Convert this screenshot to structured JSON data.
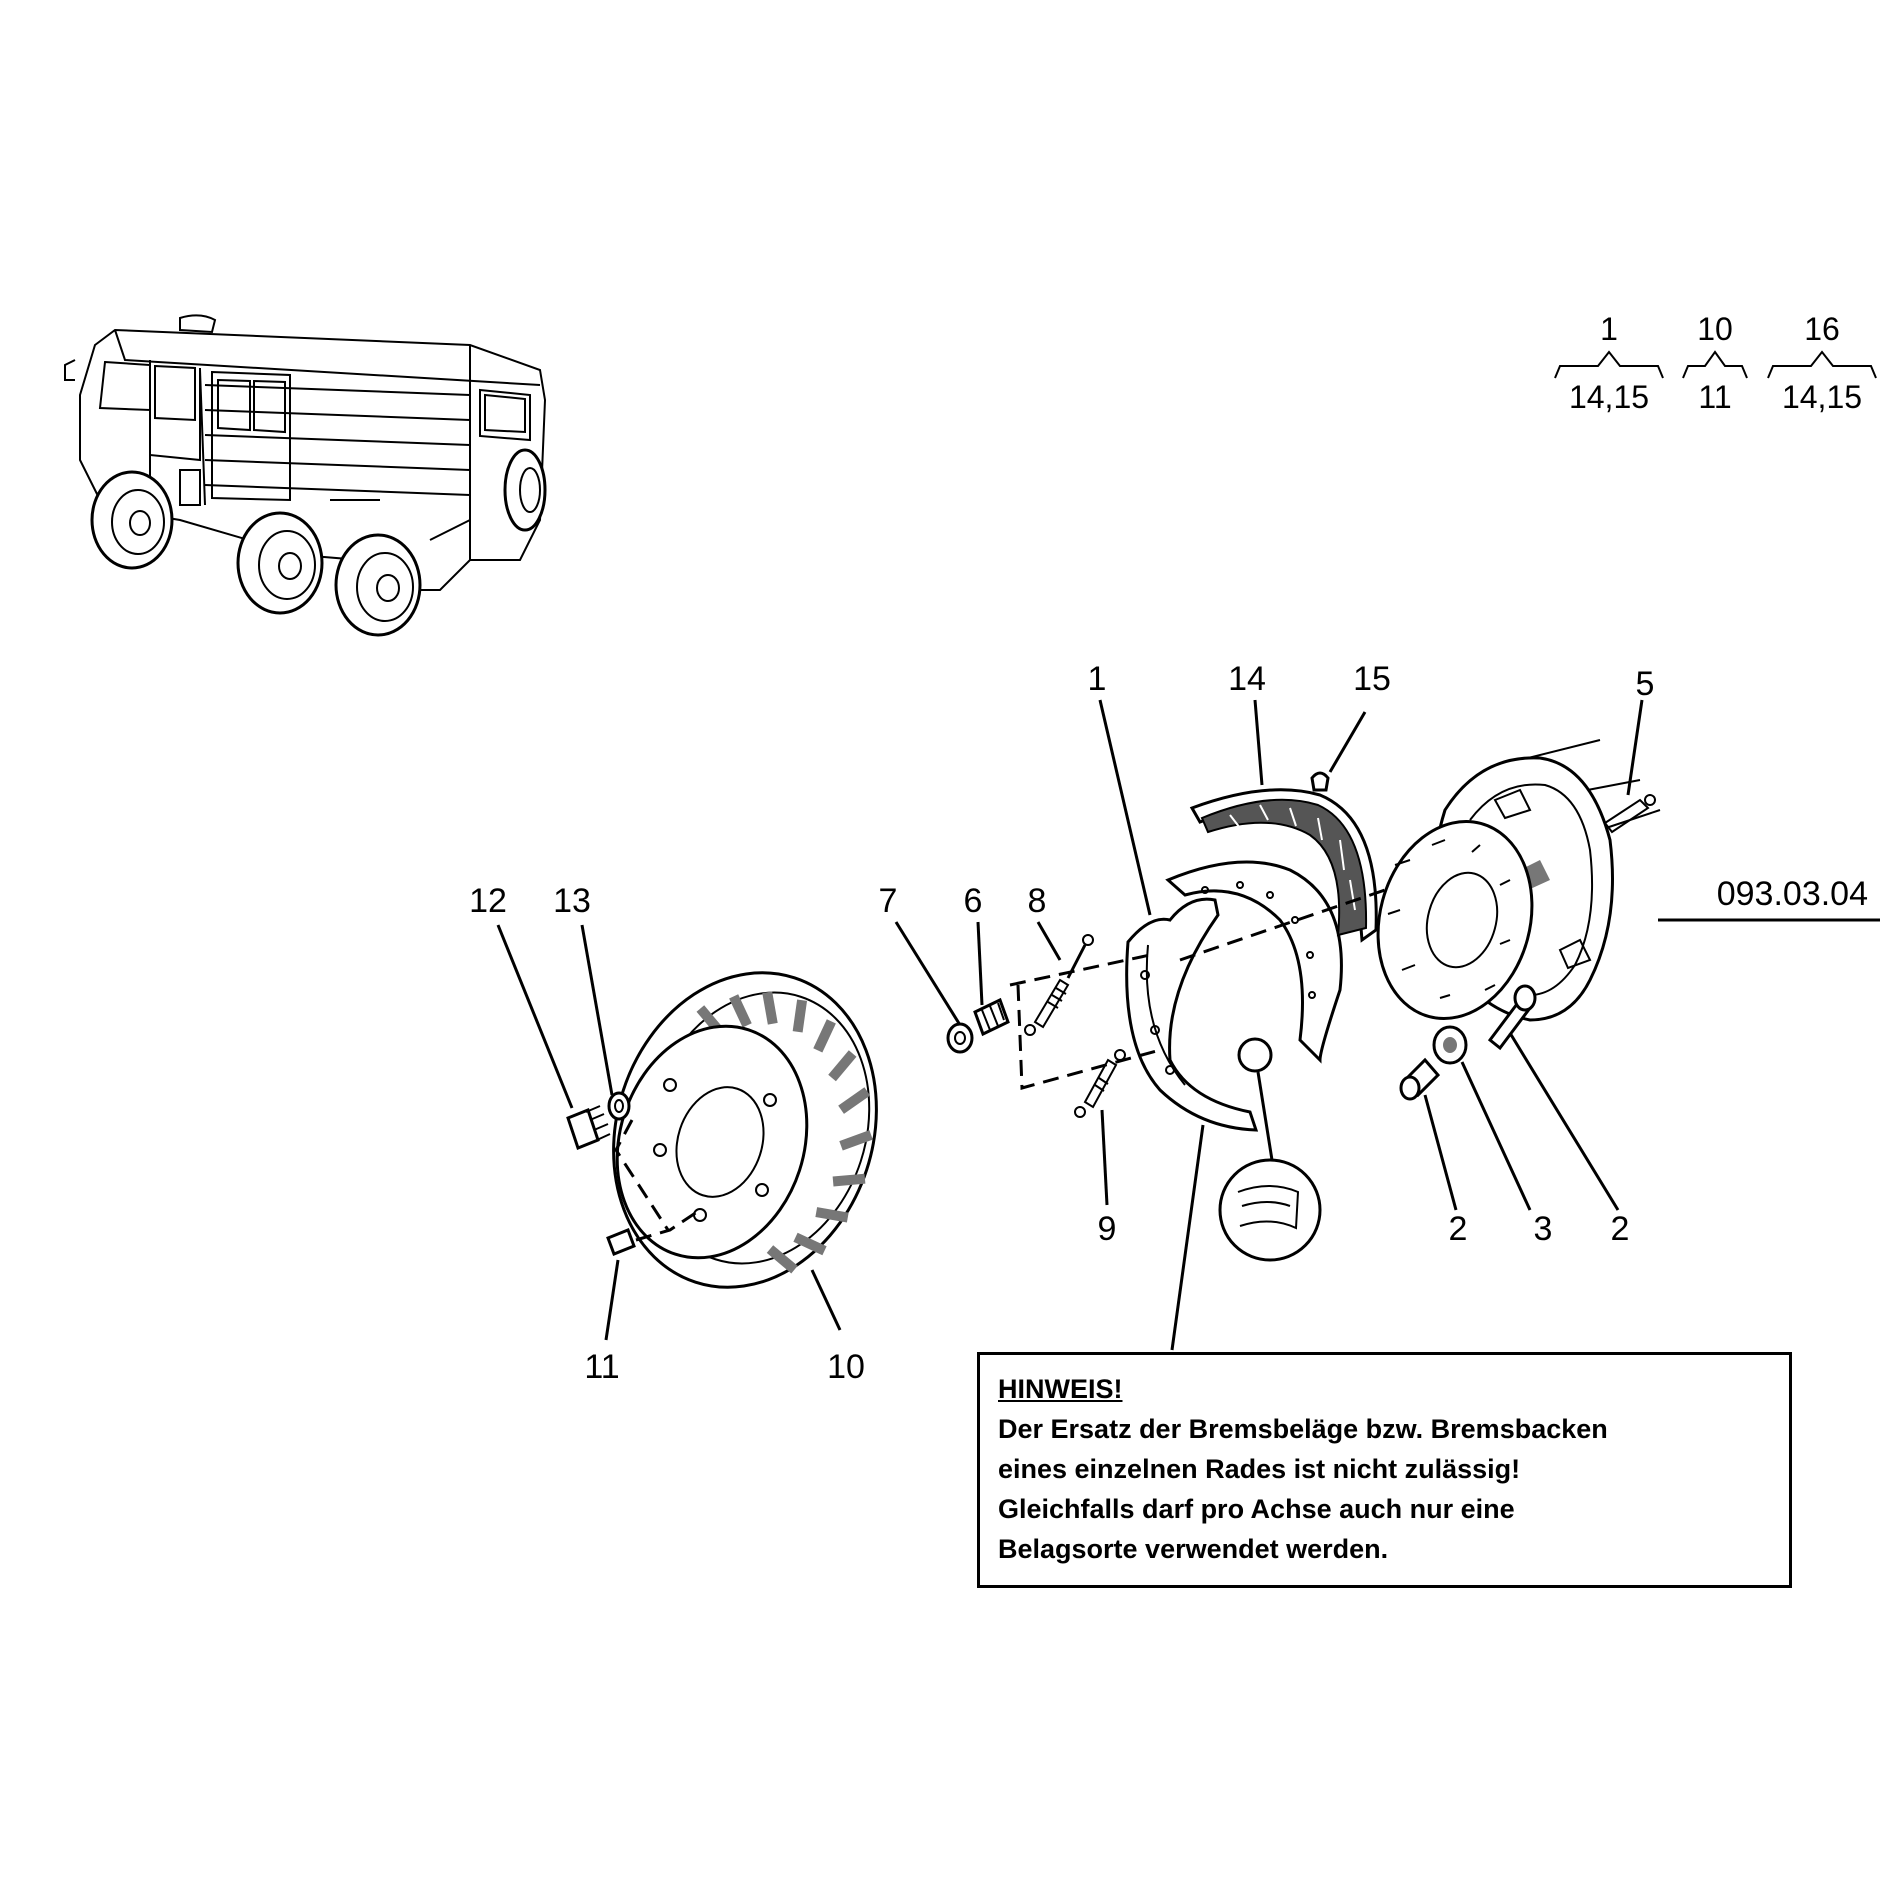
{
  "callouts": {
    "c1": "1",
    "c2a": "2",
    "c2b": "2",
    "c3": "3",
    "c5": "5",
    "c6": "6",
    "c7": "7",
    "c8": "8",
    "c9": "9",
    "c10": "10",
    "c11": "11",
    "c12": "12",
    "c13": "13",
    "c14": "14",
    "c15": "15"
  },
  "groups": [
    {
      "top": "1",
      "bottom": "14,15"
    },
    {
      "top": "10",
      "bottom": "11"
    },
    {
      "top": "16",
      "bottom": "14,15"
    }
  ],
  "reference": "093.03.04",
  "note": {
    "title": "HINWEIS!",
    "lines": [
      "Der Ersatz der Bremsbeläge bzw. Bremsbacken",
      "eines einzelnen Rades ist nicht zulässig!",
      "Gleichfalls darf pro Achse auch nur eine",
      "Belagsorte verwendet werden."
    ]
  }
}
